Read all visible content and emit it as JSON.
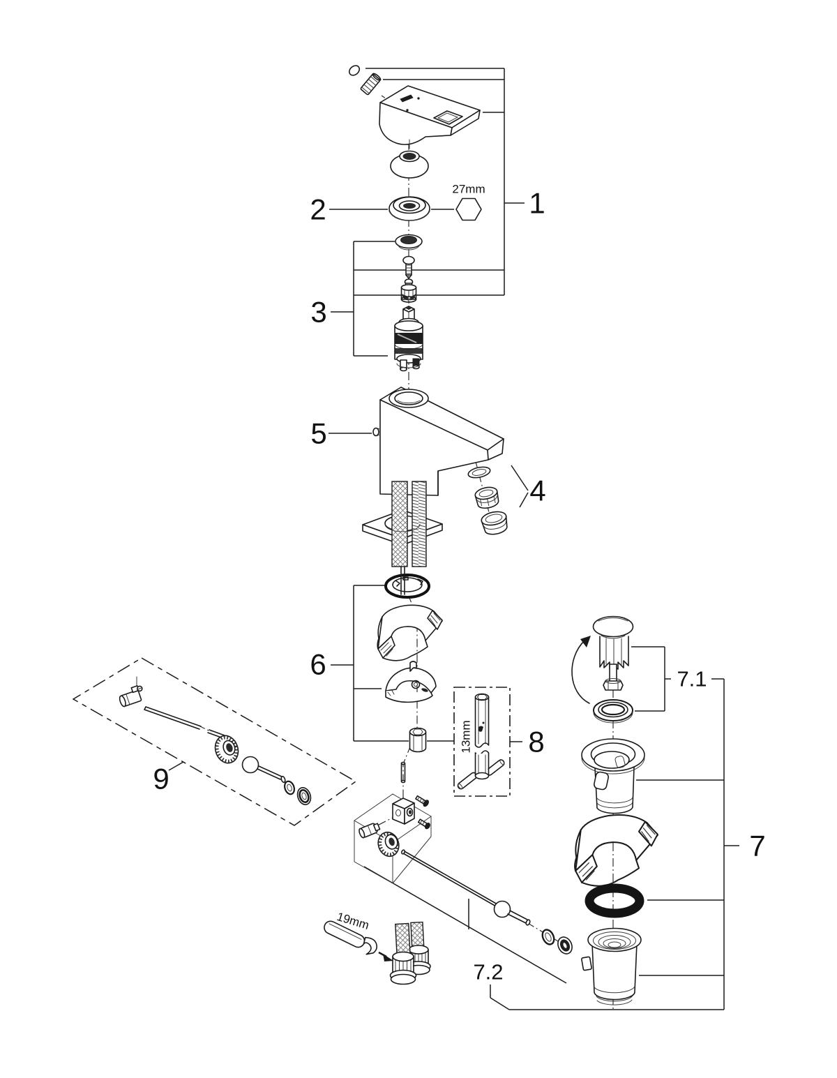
{
  "diagram": {
    "background": "#ffffff",
    "line_color": "#1a1a1a",
    "part_labels": {
      "p1": "1",
      "p2": "2",
      "p3": "3",
      "p4": "4",
      "p5": "5",
      "p6": "6",
      "p7": "7",
      "p7_1": "7.1",
      "p7_2": "7.2",
      "p8": "8",
      "p9": "9"
    },
    "dimensions": {
      "cap_nut_hex": "27mm",
      "socket_tool": "13mm",
      "hose_wrench": "19mm"
    }
  }
}
